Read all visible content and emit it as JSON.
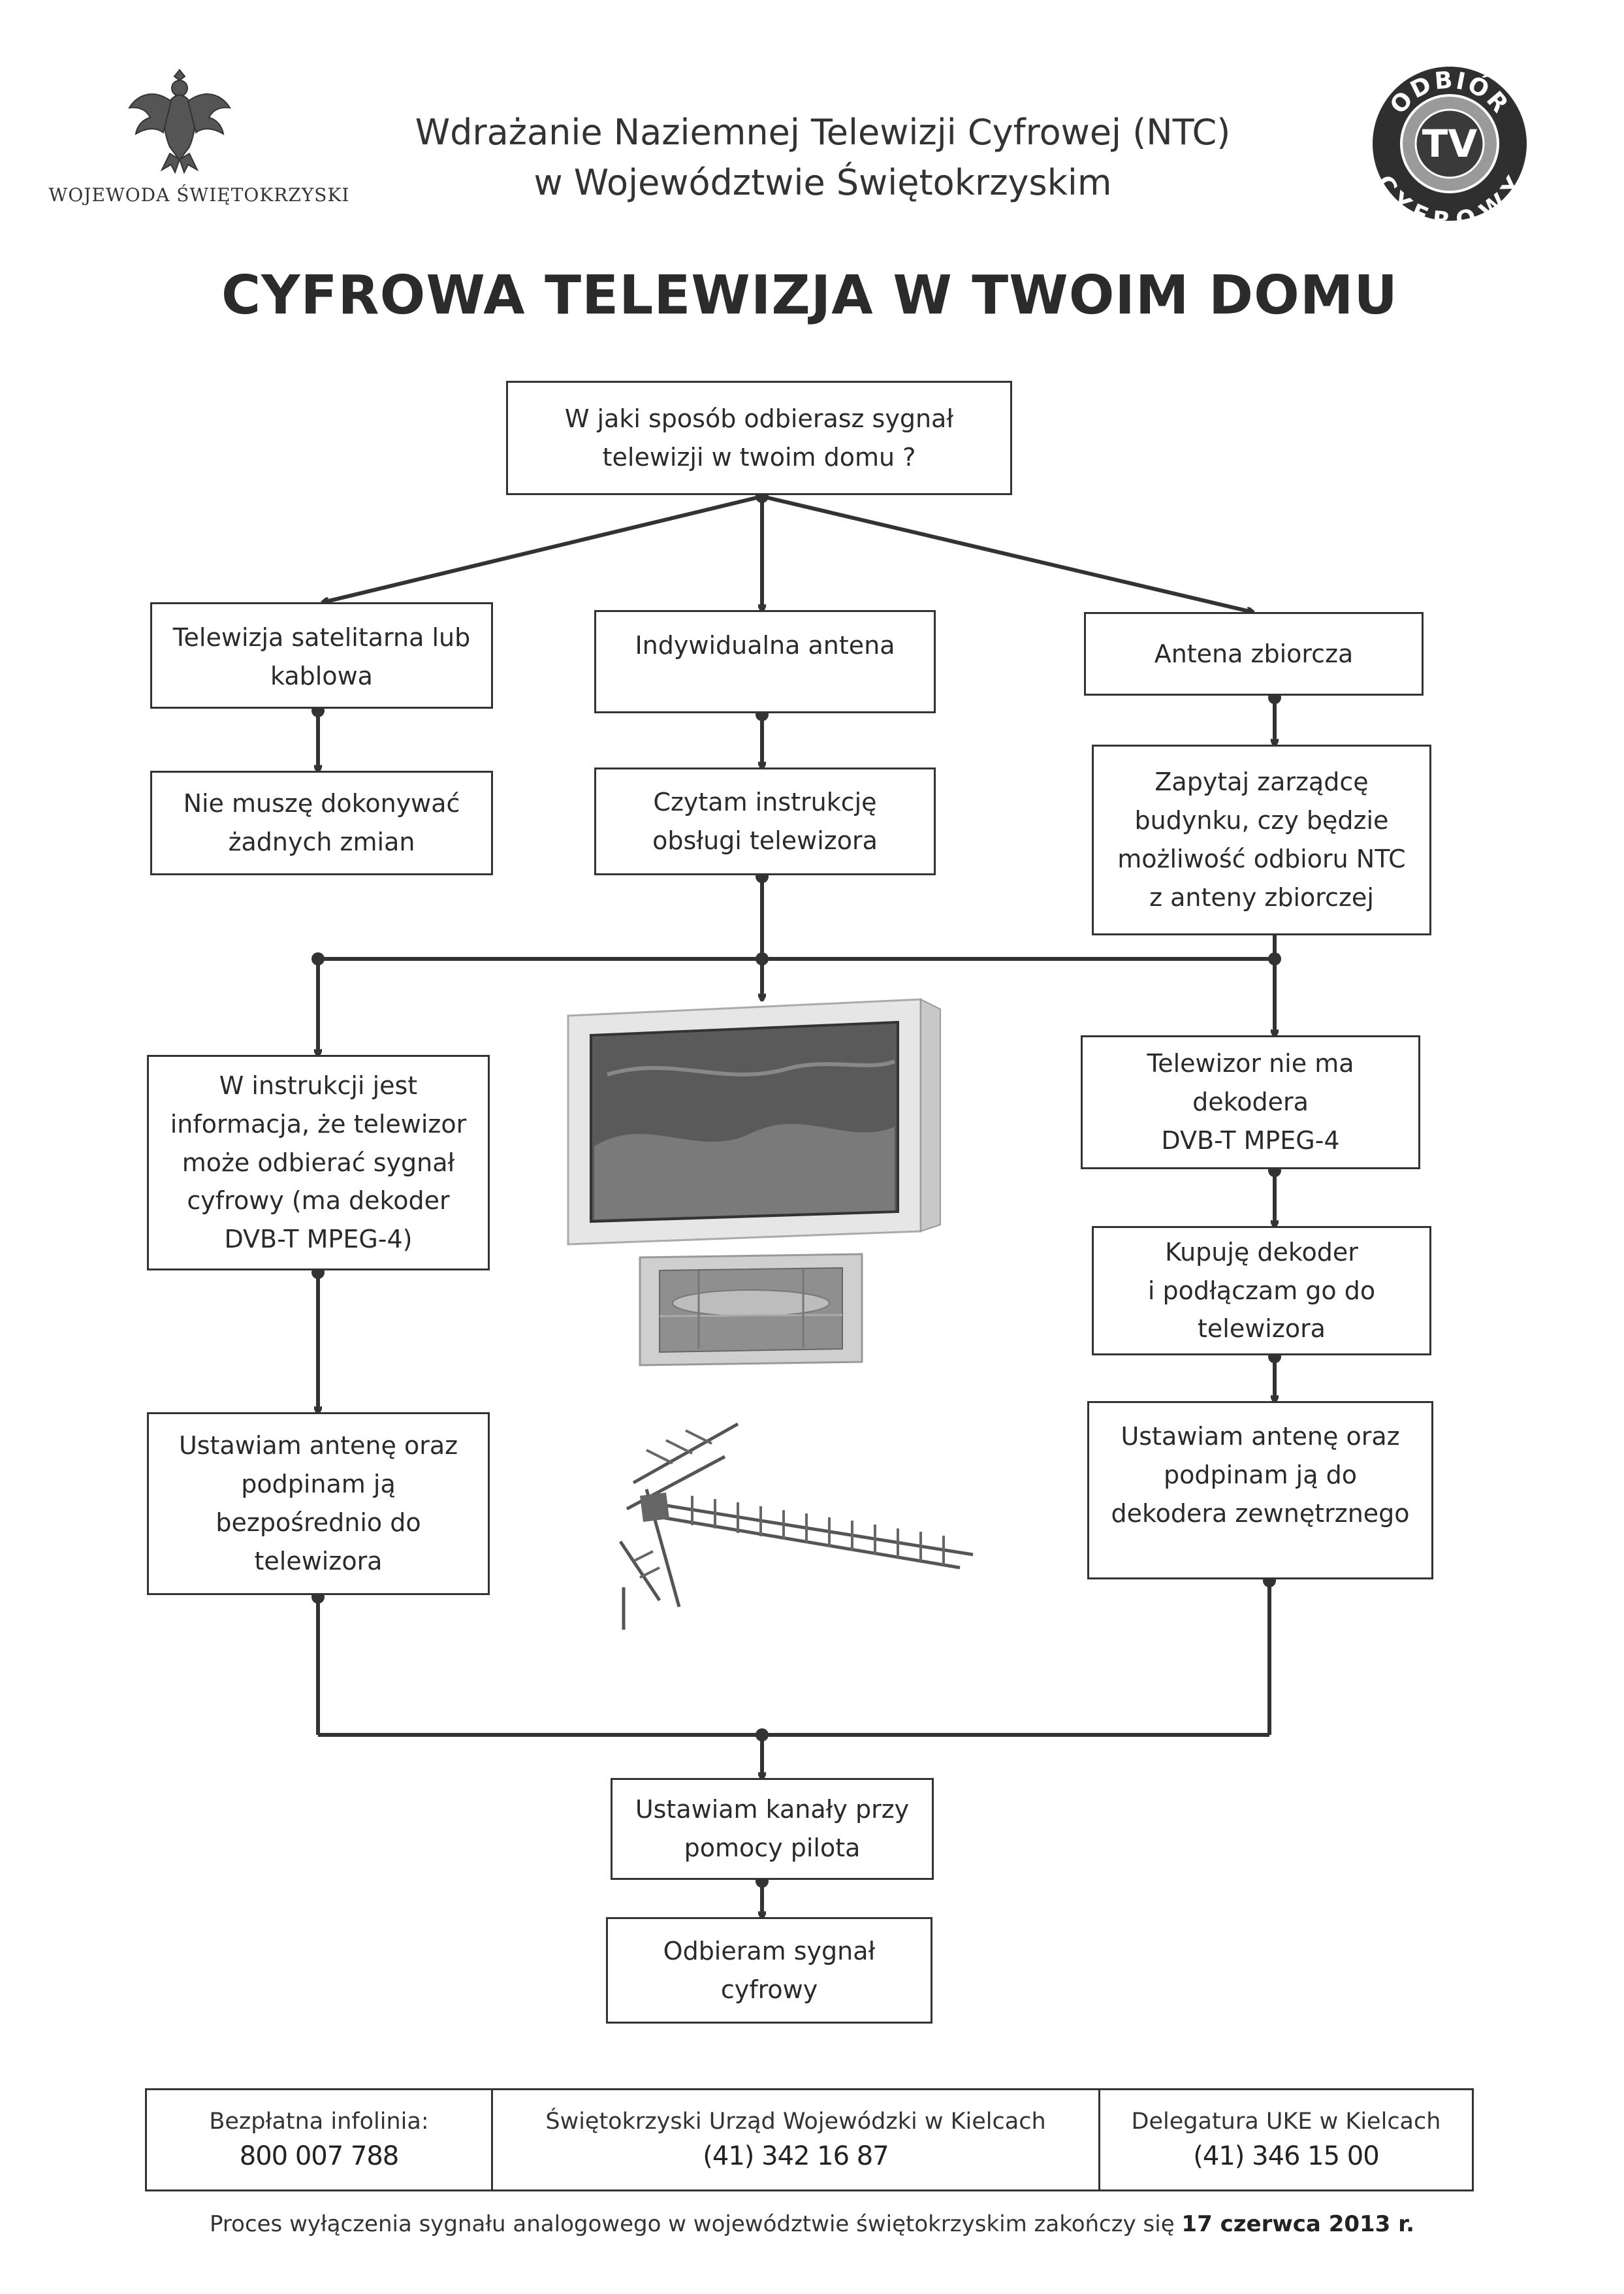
{
  "header": {
    "voivode_label": "WOJEWODA ŚWIĘTOKRZYSKI",
    "title_line1": "Wdrażanie Naziemnej Telewizji Cyfrowej (NTC)",
    "title_line2": "w Województwie Świętokrzyskim",
    "badge": {
      "top": "ODBIÓR",
      "center": "TV",
      "bottom": "CYFROWY"
    },
    "main_title": "CYFROWA TELEWIZJA W TWOIM DOMU"
  },
  "flow": {
    "question": [
      "W jaki sposób odbierasz sygnał",
      "telewizji w twoim domu ?"
    ],
    "satellite": [
      "Telewizja satelitarna lub",
      "kablowa"
    ],
    "individual": [
      "Indywidualna antena"
    ],
    "collective": [
      "Antena zbiorcza"
    ],
    "no_changes": [
      "Nie muszę dokonywać",
      "żadnych zmian"
    ],
    "read_manual": [
      "Czytam instrukcję",
      "obsługi telewizora"
    ],
    "ask_manager": [
      "Zapytaj zarządcę",
      "budynku, czy będzie",
      "możliwość odbioru NTC",
      "z anteny zbiorczej"
    ],
    "has_decoder": [
      "W instrukcji jest",
      "informacja, że telewizor",
      "może odbierać sygnał",
      "cyfrowy (ma dekoder",
      "DVB-T MPEG-4)"
    ],
    "no_decoder": [
      "Telewizor nie ma",
      "dekodera",
      "DVB-T MPEG-4"
    ],
    "buy_decoder": [
      "Kupuję dekoder",
      "i podłączam go do",
      "telewizora"
    ],
    "antenna_tv": [
      "Ustawiam antenę oraz",
      "podpinam ją",
      "bezpośrednio do",
      "telewizora"
    ],
    "antenna_decoder": [
      "Ustawiam antenę oraz",
      "podpinam ją do",
      "dekodera zewnętrznego"
    ],
    "set_channels": [
      "Ustawiam kanały przy",
      "pomocy pilota"
    ],
    "receive": [
      "Odbieram sygnał",
      "cyfrowy"
    ]
  },
  "info": [
    {
      "label": "Bezpłatna infolinia:",
      "phone": "800 007 788"
    },
    {
      "label": "Świętokrzyski Urząd Wojewódzki w Kielcach",
      "phone": "(41) 342 16 87"
    },
    {
      "label": "Delegatura UKE w Kielcach",
      "phone": "(41) 346 15 00"
    }
  ],
  "footer": {
    "note_prefix": "Proces wyłączenia sygnału analogowego w województwie świętokrzyskim zakończy się ",
    "note_date": "17 czerwca 2013 r."
  }
}
